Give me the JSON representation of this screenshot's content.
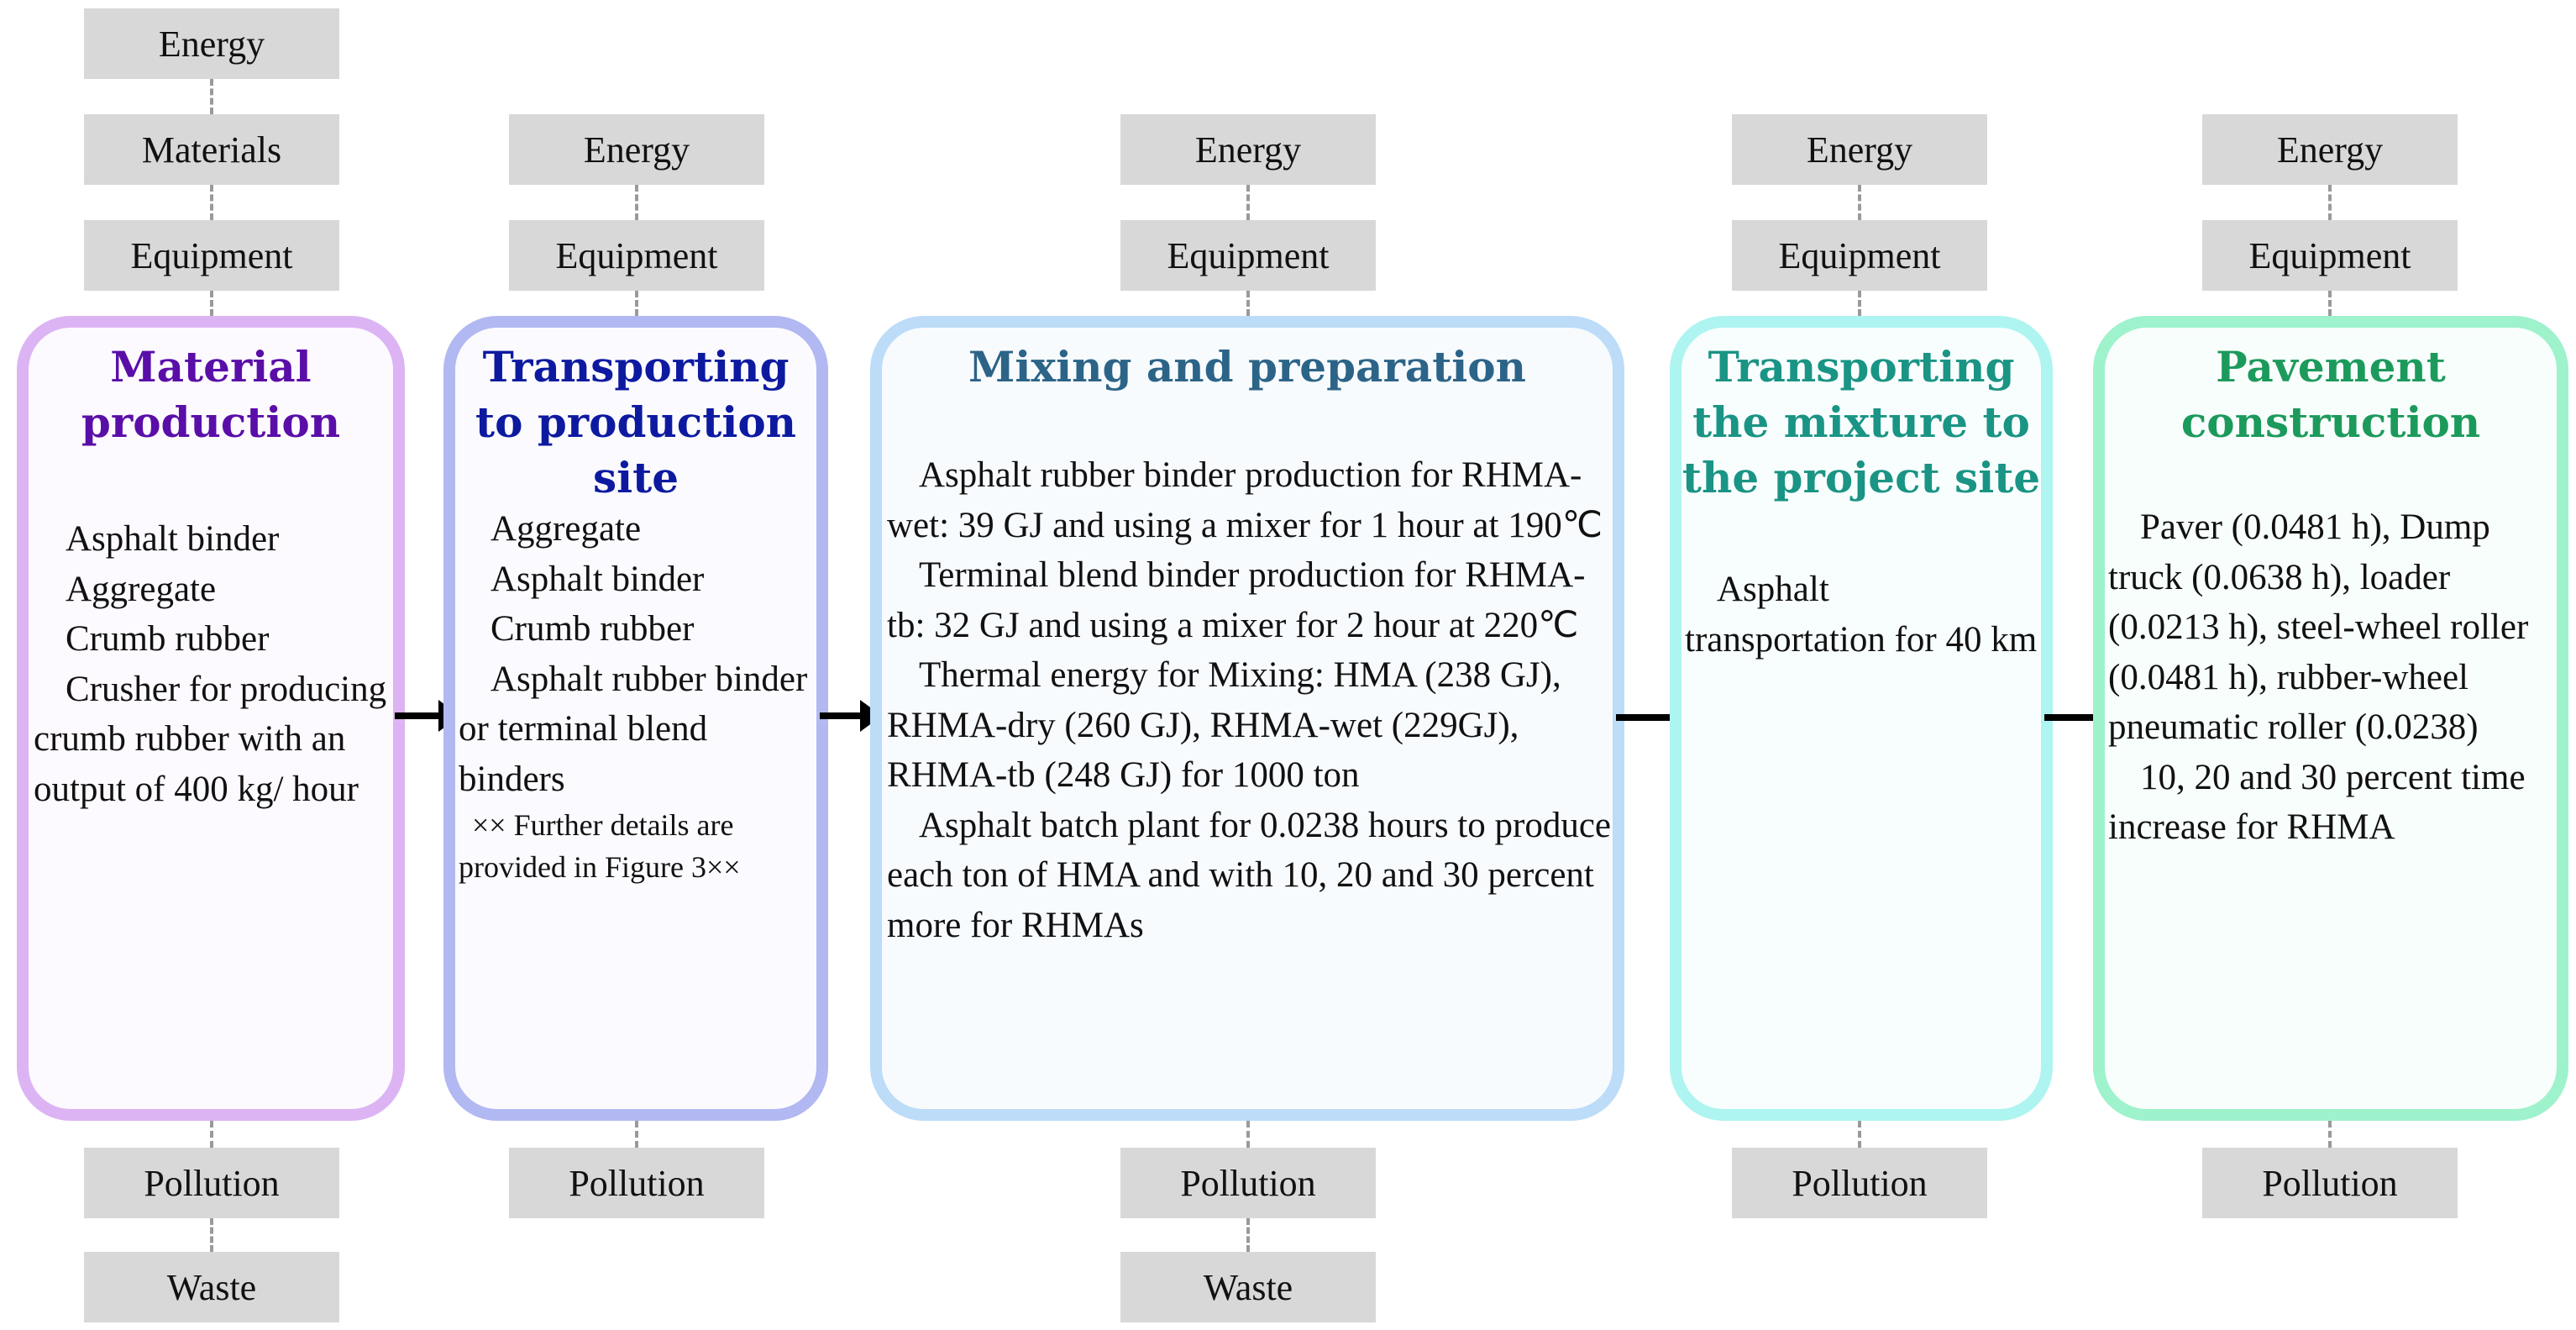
{
  "inputs": {
    "energy": "Energy",
    "materials": "Materials",
    "equipment": "Equipment"
  },
  "outputs": {
    "pollution": "Pollution",
    "waste": "Waste"
  },
  "stages": [
    {
      "title": "Material production",
      "color": "#5a0ea8",
      "border": "#dcb4f4",
      "lines": [
        "Asphalt binder",
        "Aggregate",
        "Crumb rubber",
        "Crusher for producing crumb rubber with an output of 400 kg/ hour"
      ]
    },
    {
      "title": "Transporting to production site",
      "color": "#0d1aa0",
      "border": "#b2b8f2",
      "lines": [
        "Aggregate",
        "Asphalt binder",
        "Crumb rubber",
        "Asphalt rubber binder or terminal blend binders"
      ],
      "note": "×× Further details are provided in Figure 3××"
    },
    {
      "title": "Mixing and preparation",
      "color": "#2c6488",
      "border": "#bcdcf8",
      "lines": [
        "Asphalt rubber binder production for RHMA-wet: 39 GJ and using a mixer for 1 hour at 190℃",
        "Terminal blend binder production for RHMA-tb: 32 GJ and using a mixer for 2 hour at 220℃",
        "Thermal energy for Mixing: HMA (238 GJ), RHMA-dry (260 GJ), RHMA-wet (229GJ), RHMA-tb (248 GJ) for 1000 ton",
        "Asphalt batch plant for 0.0238 hours to produce each ton of HMA and with 10, 20 and 30 percent more for RHMAs"
      ]
    },
    {
      "title": "Transporting the mixture to the project site",
      "color": "#1a9484",
      "border": "#aef4f0",
      "lines": [
        "Asphalt transportation for 40 km"
      ]
    },
    {
      "title": "Pavement construction",
      "color": "#1c9a5c",
      "border": "#9ef2cc",
      "lines": [
        "Paver (0.0481 h), Dump truck (0.0638 h), loader (0.0213 h), steel-wheel roller (0.0481 h), rubber-wheel pneumatic roller (0.0238)",
        "10, 20 and 30 percent time increase for RHMA"
      ]
    }
  ]
}
